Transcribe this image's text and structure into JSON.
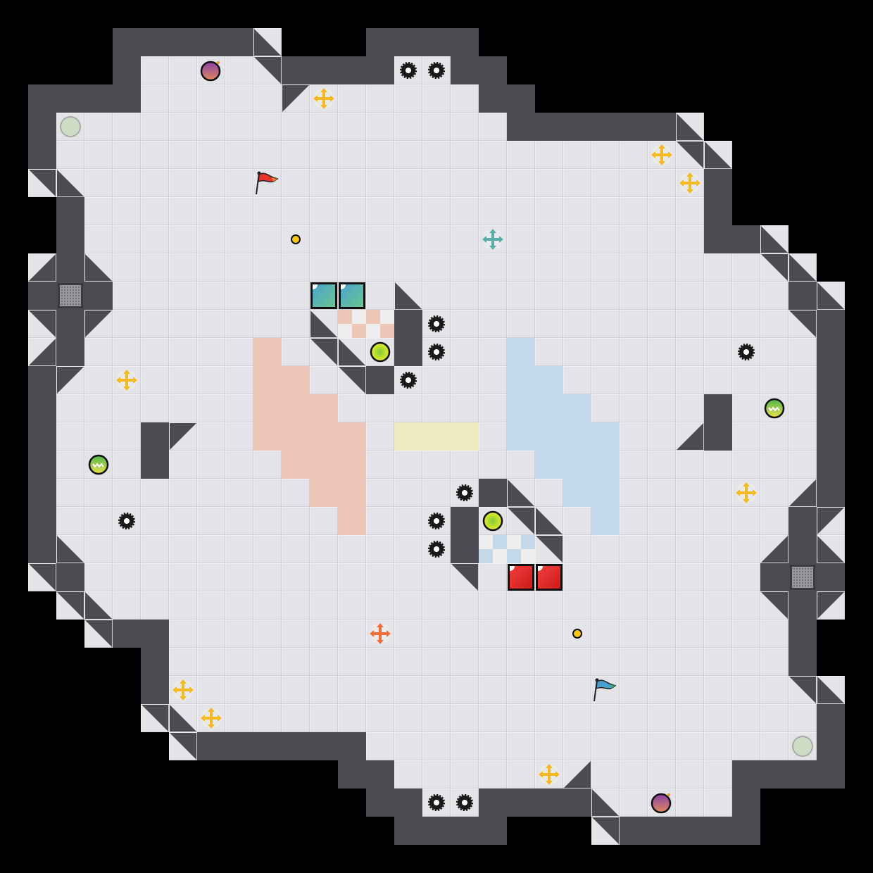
{
  "game": {
    "type": "capture-the-flag arena map",
    "palette": {
      "background": "#000000",
      "floor": "#e3e3e8",
      "wall": "#4b4b51",
      "red_zone": "#efc7b8",
      "blue_zone": "#c3d9ea",
      "neutral_zone": "#eeeac0",
      "red_team": "#e8352b",
      "blue_team": "#4a9fd0",
      "boost_yellow": "#f6b820"
    },
    "entities": {
      "red_flag": "red-flag-icon",
      "blue_flag": "blue-flag-icon",
      "spike": "spike-gear-icon",
      "neutral_boost": "yellow-boost-icon",
      "red_boost": "red-boost-icon",
      "blue_boost": "blue-boost-icon",
      "bomb": "bomb-icon",
      "portal": "portal-icon",
      "powerup": "powerup-icon",
      "inactive_powerup": "inactive-powerup-icon",
      "yellow_orb": "yellow-orb-icon",
      "marker": "yellow-marker-icon",
      "red_block": "red-team-block",
      "blue_block": "blue-team-block"
    }
  }
}
